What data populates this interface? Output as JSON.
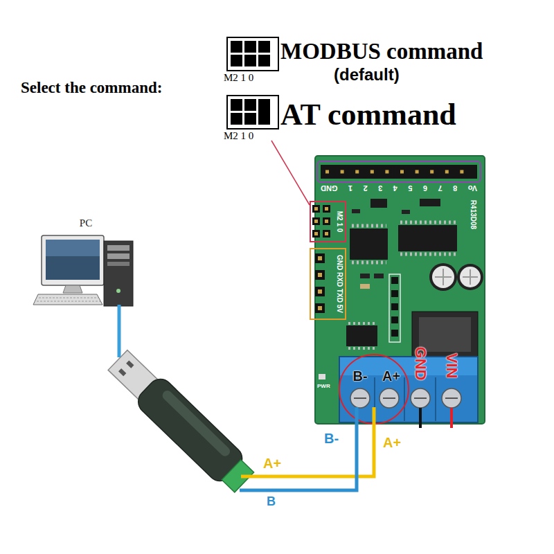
{
  "diagram": {
    "nodes": [
      {
        "text": [
          "PC"
        ]
      },
      {
        "text": [
          "R413D08"
        ]
      },
      {
        "text": [
          "Vo 8 7 6 5 4 3 2 1 GND"
        ],
        "in": 1
      },
      {
        "text": [
          "M2 1 0"
        ],
        "in": 1
      },
      {
        "text": [
          "GND RXD TXD 5V"
        ],
        "in": 1
      },
      {
        "text": [
          "B-",
          "A+",
          "GND",
          "VIN"
        ],
        "in": 1
      }
    ],
    "labels": [
      "Select the command:",
      "M2 1 0",
      "MODBUS command",
      "(default)",
      "M2 1 0",
      "AT command",
      "PWR",
      "B-",
      "A+",
      "A+",
      "B"
    ]
  }
}
